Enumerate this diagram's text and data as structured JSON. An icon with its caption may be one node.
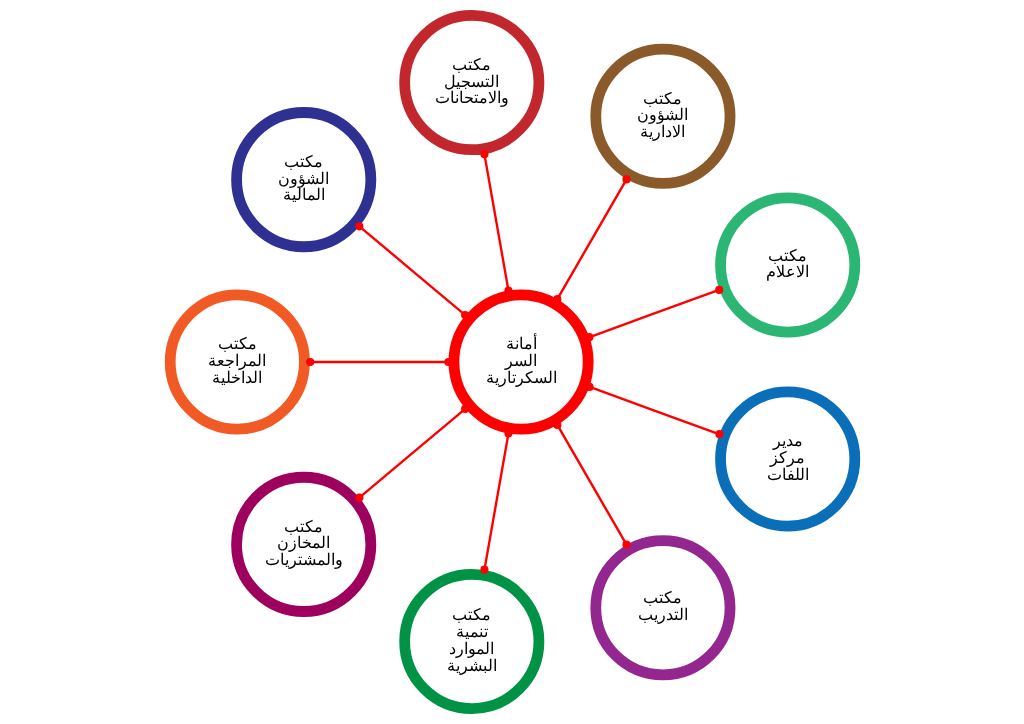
{
  "diagram": {
    "nodes": [
      {
        "text": [
          "مدير مركز اللفات"
        ]
      },
      {
        "text": [
          "مكتب الاعلام"
        ]
      },
      {
        "text": [
          "مكتب الشؤون الادارية"
        ]
      },
      {
        "text": [
          "أمانة السر السكرتارية"
        ]
      },
      {
        "text": [
          "مكتب التسجيل والامتحانات"
        ]
      },
      {
        "text": [
          "مكتب الشؤون المالية"
        ]
      },
      {
        "text": [
          "مكتب المراجعة الداخلية"
        ]
      },
      {
        "text": [
          "مكتب المخازن والمشتريات"
        ]
      },
      {
        "text": [
          "مكتب تنمية الموارد البشرية"
        ]
      },
      {
        "text": [
          "مكتب التدريب"
        ]
      }
    ],
    "edges": [
      {
        "from": 0,
        "to": 3,
        "arrow": "other"
      },
      {
        "from": 3,
        "to": 1,
        "arrow": "other"
      },
      {
        "from": 3,
        "to": 2,
        "arrow": "other"
      },
      {
        "from": 3,
        "to": 4,
        "arrow": "other"
      },
      {
        "from": 3,
        "to": 5,
        "arrow": "other"
      },
      {
        "from": 3,
        "to": 6,
        "arrow": "other"
      },
      {
        "from": 3,
        "to": 7,
        "arrow": "other"
      },
      {
        "from": 3,
        "to": 8,
        "arrow": "other"
      },
      {
        "from": 3,
        "to": 9,
        "arrow": "other"
      }
    ]
  }
}
